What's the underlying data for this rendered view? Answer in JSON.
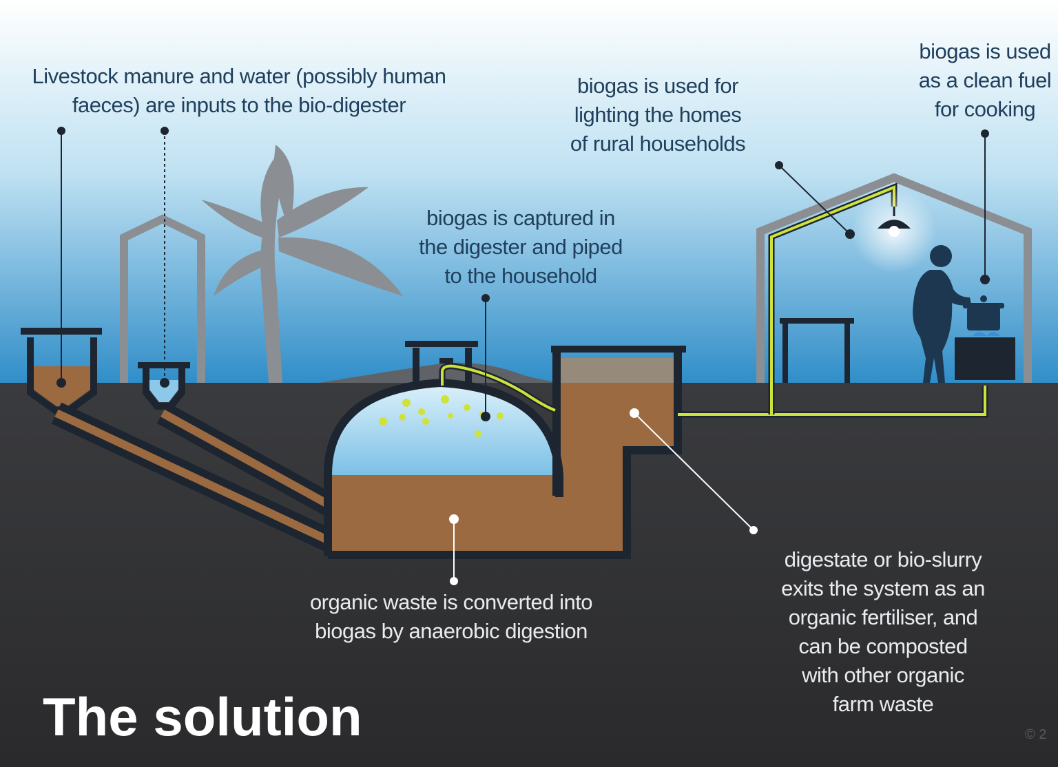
{
  "title": "The solution",
  "copyright": "© 2",
  "labels": {
    "inputs": "Livestock manure and water (possibly human\nfaeces) are inputs to the bio-digester",
    "lighting": "biogas is used for\nlighting the homes\nof rural households",
    "cooking": "biogas is used\nas a clean fuel\nfor cooking",
    "captured": "biogas is captured in\nthe digester and piped\nto the household",
    "digestion": "organic waste is converted into\nbiogas by anaerobic digestion",
    "digestate": "digestate or bio-slurry\nexits the system as an\norganic fertiliser, and\ncan be composted\nwith other organic\nfarm waste"
  },
  "icons": [
    "palm-tree-icon",
    "house-icon",
    "lamp-icon",
    "woman-cooking-icon",
    "cooking-pot-icon",
    "stove-icon",
    "table-icon",
    "animal-shed-icon"
  ],
  "colors": {
    "sky_top": "#ffffff",
    "sky_bottom": "#2f8dc8",
    "ground": "#2e2e30",
    "slurry": "#9b6a40",
    "gas_pipe": "#cfe23a",
    "outline": "#1c2530",
    "structure": "#8b8e93",
    "label_dark": "#1f3f5c",
    "label_light": "#e9ecef"
  }
}
